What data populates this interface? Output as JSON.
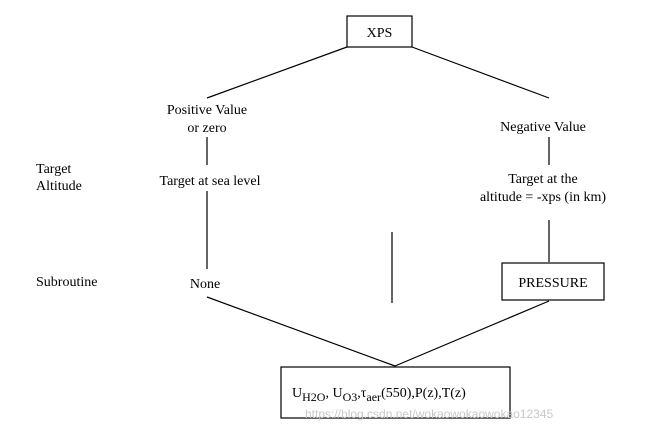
{
  "nodes": {
    "xps": "XPS",
    "positive_line1": "Positive Value",
    "positive_line2": "or  zero",
    "negative": "Negative Value",
    "target_sea": "Target at sea level",
    "target_alt_line1": "Target at the",
    "target_alt_line2": "altitude = -xps (in km)",
    "none": "None",
    "pressure": "PRESSURE"
  },
  "row_labels": {
    "target_line1": "Target",
    "target_line2": "Altitude",
    "subroutine": "Subroutine"
  },
  "output": {
    "u": "U",
    "h2o": "H2O",
    "sep1": ", U",
    "o3": "O3",
    "sep2": ",",
    "tau": "τ",
    "aer": "aer",
    "rest": "(550),P(z),T(z)"
  },
  "watermark": "https://blog.csdn.net/wokaowokaowokao12345"
}
